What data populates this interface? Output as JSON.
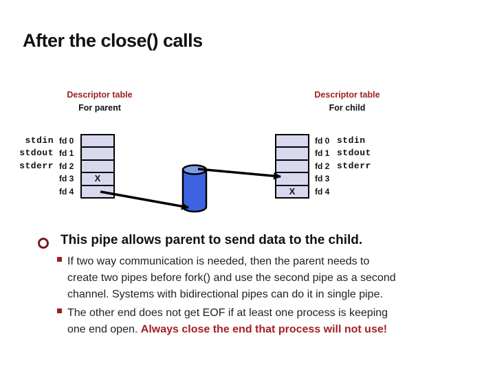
{
  "slide": {
    "title": "After the close() calls",
    "colors": {
      "accent_red": "#9E1E1E",
      "emphasis_red": "#A32024",
      "cell_fill": "#D8D8EE",
      "pipe_body": "#3E63E0",
      "pipe_top": "#7C9FE8"
    }
  },
  "diagram": {
    "parent": {
      "header_line1": "Descriptor table",
      "header_line2": "For parent",
      "rows": [
        {
          "name": "stdin",
          "fd": "fd 0",
          "cell": ""
        },
        {
          "name": "stdout",
          "fd": "fd 1",
          "cell": ""
        },
        {
          "name": "stderr",
          "fd": "fd 2",
          "cell": ""
        },
        {
          "name": "",
          "fd": "fd 3",
          "cell": "X"
        },
        {
          "name": "",
          "fd": "fd 4",
          "cell": ""
        }
      ]
    },
    "child": {
      "header_line1": "Descriptor table",
      "header_line2": "For child",
      "rows": [
        {
          "fd": "fd 0",
          "name": "stdin",
          "cell": ""
        },
        {
          "fd": "fd 1",
          "name": "stdout",
          "cell": ""
        },
        {
          "fd": "fd 2",
          "name": "stderr",
          "cell": ""
        },
        {
          "fd": "fd 3",
          "name": "",
          "cell": ""
        },
        {
          "fd": "fd 4",
          "name": "",
          "cell": "X"
        }
      ]
    }
  },
  "bullets": {
    "main": "This pipe allows parent to send data to the child.",
    "sub1": "If two way communication is needed, then the parent needs to\ncreate two pipes before fork() and use the second pipe as a second\nchannel. Systems with bidirectional pipes can do it in single pipe.",
    "sub2_black": "The other end does not get EOF if at least one process is keeping\none end open. ",
    "sub2_red": "Always close the end that process will not use!"
  }
}
